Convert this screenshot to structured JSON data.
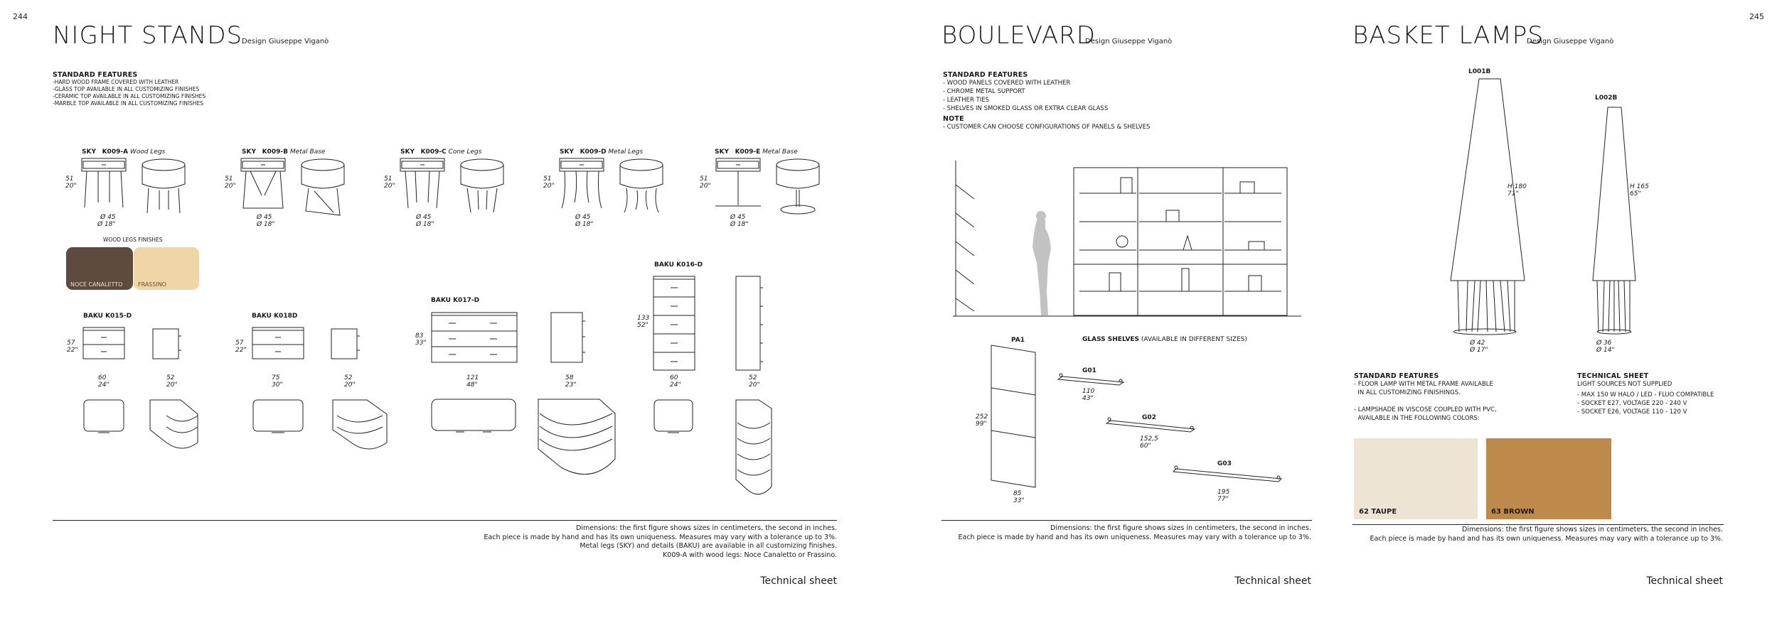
{
  "page_left": {
    "page_number": "244",
    "title": "NIGHT STANDS",
    "designer": "Design Giuseppe Viganò",
    "features_title": "STANDARD FEATURES",
    "features": [
      "-HARD WOOD FRAME COVERED WITH LEATHER",
      "-GLASS TOP AVAILABLE IN ALL CUSTOMIZING FINISHES",
      "-CERAMIC TOP AVAILABLE IN ALL CUSTOMIZING FINISHES",
      "-MARBLE TOP AVAILABLE IN ALL CUSTOMIZING FINISHES"
    ],
    "sky_items": [
      {
        "series": "SKY",
        "code": "K009-A",
        "desc": "Wood Legs",
        "h1": "51",
        "h2": "20\"",
        "d1": "Ø 45",
        "d2": "Ø 18\""
      },
      {
        "series": "SKY",
        "code": "K009-B",
        "desc": "Metal Base",
        "h1": "51",
        "h2": "20\"",
        "d1": "Ø 45",
        "d2": "Ø 18\""
      },
      {
        "series": "SKY",
        "code": "K009-C",
        "desc": "Cone Legs",
        "h1": "51",
        "h2": "20\"",
        "d1": "Ø 45",
        "d2": "Ø 18\""
      },
      {
        "series": "SKY",
        "code": "K009-D",
        "desc": "Metal Legs",
        "h1": "51",
        "h2": "20\"",
        "d1": "Ø 45",
        "d2": "Ø 18\""
      },
      {
        "series": "SKY",
        "code": "K009-E",
        "desc": "Metal Base",
        "h1": "51",
        "h2": "20\"",
        "d1": "Ø 45",
        "d2": "Ø 18\""
      }
    ],
    "wood_finishes_title": "WOOD LEGS FINISHES",
    "wood_finishes": [
      {
        "name": "NOCE CANALETTO",
        "color": "#5e4a3f"
      },
      {
        "name": "FRASSINO",
        "color": "#f0d5a6"
      }
    ],
    "baku_items": [
      {
        "label": "BAKU K015-D",
        "h1": "57",
        "h2": "22\"",
        "w1": "60",
        "w2": "24\"",
        "d1": "52",
        "d2": "20\""
      },
      {
        "label": "BAKU K018D",
        "h1": "57",
        "h2": "22\"",
        "w1": "75",
        "w2": "30\"",
        "d1": "52",
        "d2": "20\""
      },
      {
        "label": "BAKU K017-D",
        "h1": "83",
        "h2": "33\"",
        "w1": "121",
        "w2": "48\"",
        "d1": "58",
        "d2": "23\""
      },
      {
        "label": "BAKU K016-D",
        "h1": "133",
        "h2": "52\"",
        "w1": "60",
        "w2": "24\"",
        "d1": "52",
        "d2": "20\""
      }
    ],
    "footer": [
      "Dimensions: the first figure shows sizes in centimeters, the second in inches.",
      "Each piece is made by hand and has its own uniqueness. Measures may vary with a tolerance up to 3%.",
      "Metal legs (SKY) and details (BAKU) are available in all customizing finishes.",
      "K009-A with wood legs: Noce Canaletto or Frassino."
    ],
    "tech_sheet": "Technical sheet"
  },
  "page_middle": {
    "title": "BOULEVARD",
    "designer": "Design Giuseppe Viganò",
    "features_title": "STANDARD FEATURES",
    "features": [
      "- WOOD PANELS COVERED WITH LEATHER",
      "- CHROME METAL SUPPORT",
      "- LEATHER TIES",
      "- SHELVES IN SMOKED GLASS OR EXTRA CLEAR GLASS"
    ],
    "note_title": "NOTE",
    "note": "- CUSTOMER CAN CHOOSE CONFIGURATIONS OF PANELS & SHELVES",
    "panel": {
      "code": "PA1",
      "h1": "252",
      "h2": "99\"",
      "w1": "85",
      "w2": "33\""
    },
    "glass_title_bold": "GLASS SHELVES",
    "glass_title_rest": "(AVAILABLE IN DIFFERENT SIZES)",
    "shelves": [
      {
        "code": "G01",
        "d1": "110",
        "d2": "43\""
      },
      {
        "code": "G02",
        "d1": "152,5",
        "d2": "60\""
      },
      {
        "code": "G03",
        "d1": "195",
        "d2": "77\""
      }
    ],
    "footer": [
      "Dimensions: the first figure shows sizes in centimeters, the second in inches.",
      "Each piece is made by hand and has its own uniqueness. Measures may vary with a tolerance up to 3%."
    ],
    "tech_sheet": "Technical sheet"
  },
  "page_right": {
    "page_number": "245",
    "title": "BASKET LAMPS",
    "designer": "Design Giuseppe Viganò",
    "lamps": [
      {
        "code": "L001B",
        "h1": "H 180",
        "h2": "71\"",
        "d1": "Ø 42",
        "d2": "Ø 17\""
      },
      {
        "code": "L002B",
        "h1": "H 165",
        "h2": "65\"",
        "d1": "Ø 36",
        "d2": "Ø 14\""
      }
    ],
    "features_title": "STANDARD FEATURES",
    "features": [
      "- FLOOR LAMP WITH METAL FRAME AVAILABLE",
      "  IN ALL CUSTOMIZING FINISHINGS.",
      "",
      "- LAMPSHADE IN VISCOSE COUPLED WITH PVC,",
      "  AVAILABLE IN THE FOLLOWING COLORS:"
    ],
    "tech_title": "TECHNICAL SHEET",
    "tech_sub": "LIGHT SOURCES NOT SUPPLIED",
    "tech_lines": [
      "- MAX 150 W HALO / LED - FLUO COMPATIBLE",
      "- SOCKET E27, VOLTAGE 220 - 240 V",
      "- SOCKET E26, VOLTAGE 110 - 120 V"
    ],
    "colors": [
      {
        "name": "62 TAUPE",
        "color": "#ede4d4"
      },
      {
        "name": "63 BROWN",
        "color": "#bd8a4c"
      }
    ],
    "footer": [
      "Dimensions: the first figure shows sizes in centimeters, the second in inches.",
      "Each piece is made by hand and has its own uniqueness. Measures may vary with a tolerance up to 3%."
    ],
    "tech_sheet": "Technical sheet"
  }
}
